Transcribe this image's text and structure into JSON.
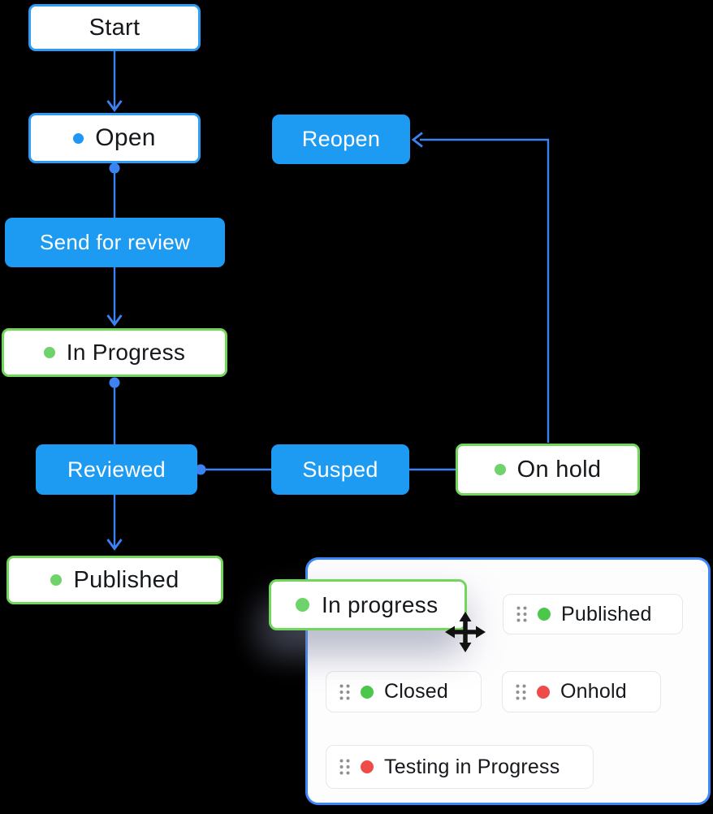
{
  "palette": {
    "canvas_bg": "#000000",
    "node_bg": "#ffffff",
    "blue_fill": "#1d9af2",
    "blue_border": "#2e9cf4",
    "line_blue": "#3d82f2",
    "green_border": "#72d65a",
    "green_dot": "#6ed36b",
    "panel_green_dot": "#4bc84b",
    "red_dot": "#ef4b4b",
    "panel_border": "#3e87f8",
    "panel_bg": "#fdfdfe",
    "item_border": "#e7e7e9",
    "handle_gray": "#8f8f92",
    "text_dark": "#15181c",
    "text_white": "#ffffff"
  },
  "flowchart": {
    "nodes": {
      "start": {
        "label": "Start"
      },
      "open": {
        "label": "Open",
        "dot_color": "#2196f3"
      },
      "send_for_review": {
        "label": "Send for review"
      },
      "in_progress": {
        "label": "In Progress",
        "dot_color": "#6ed36b"
      },
      "reviewed": {
        "label": "Reviewed"
      },
      "suspend": {
        "label": "Susped"
      },
      "on_hold": {
        "label": "On hold",
        "dot_color": "#6ed36b"
      },
      "reopen": {
        "label": "Reopen"
      },
      "published": {
        "label": "Published",
        "dot_color": "#6ed36b"
      }
    }
  },
  "status_panel": {
    "dragged_chip": {
      "label": "In progress",
      "dot_color": "#6ed36b"
    },
    "items": [
      {
        "label": "Published",
        "dot_color": "#4bc84b"
      },
      {
        "label": "Closed",
        "dot_color": "#4bc84b"
      },
      {
        "label": "Onhold",
        "dot_color": "#ef4b4b"
      },
      {
        "label": "Testing in Progress",
        "dot_color": "#ef4b4b"
      }
    ]
  }
}
